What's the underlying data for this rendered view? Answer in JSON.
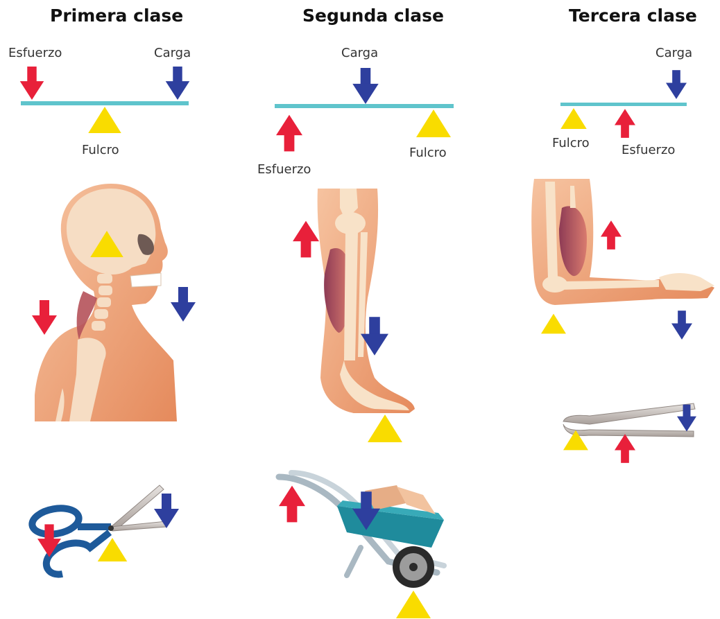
{
  "columns": [
    {
      "title": "Primera clase",
      "effort_label": "Esfuerzo",
      "load_label": "Carga",
      "fulcrum_label": "Fulcro"
    },
    {
      "title": "Segunda clase",
      "effort_label": "Esfuerzo",
      "load_label": "Carga",
      "fulcrum_label": "Fulcro"
    },
    {
      "title": "Tercera clase",
      "effort_label": "Esfuerzo",
      "load_label": "Carga",
      "fulcrum_label": "Fulcro"
    }
  ],
  "colors": {
    "effort": "#e8203a",
    "load": "#2e3f9e",
    "fulcrum": "#f9dc00",
    "lever_bar": "#5fc4cc",
    "skin": "#f0a47c",
    "bone": "#f8e2c8",
    "muscle": "#b5525a"
  },
  "icons": [
    "effort-arrow-icon",
    "load-arrow-icon",
    "fulcrum-triangle-icon",
    "head-neck-illustration",
    "scissors-illustration",
    "leg-foot-illustration",
    "wheelbarrow-illustration",
    "arm-illustration",
    "tweezers-illustration"
  ]
}
